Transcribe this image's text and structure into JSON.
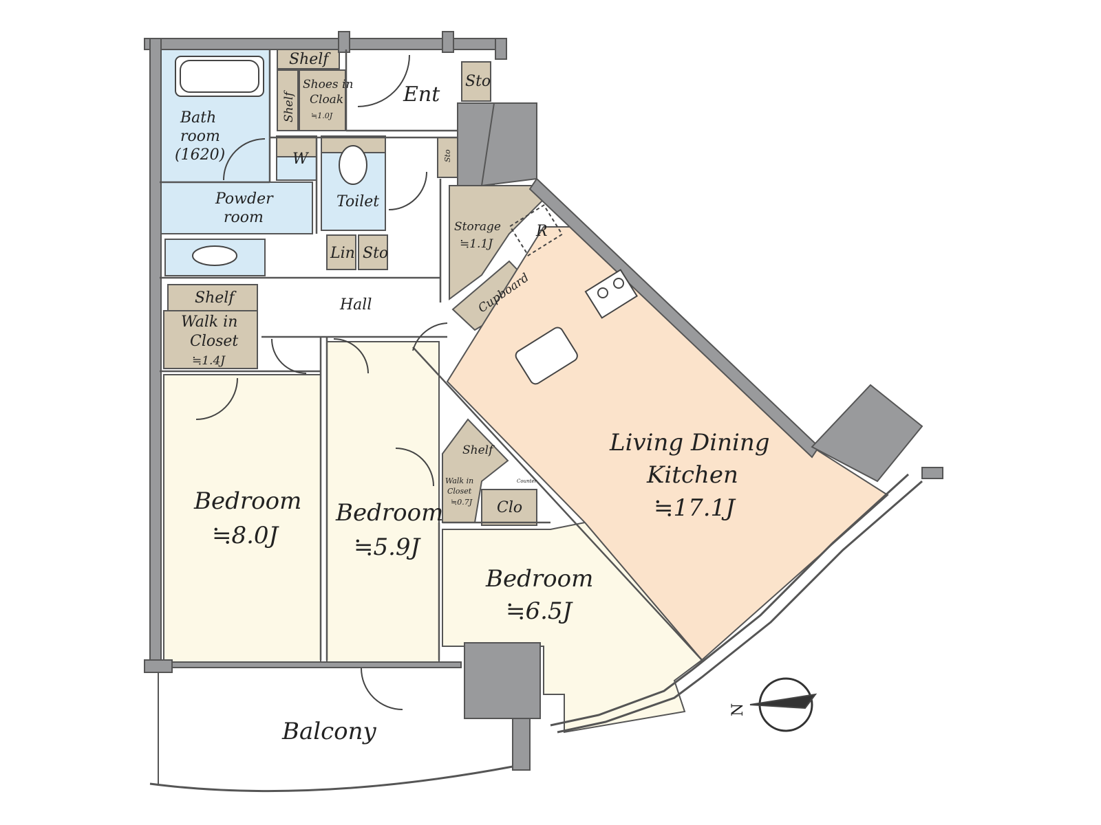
{
  "colors": {
    "wall": "#999a9c",
    "wall_edge": "#555",
    "wet": "#d6eaf6",
    "storage": "#d4c9b3",
    "bedroom": "#fdf9e7",
    "ldk": "#fbe3cb",
    "floor": "#ffffff"
  },
  "rooms": {
    "bath": {
      "line1": "Bath",
      "line2": "room",
      "line3": "(1620)"
    },
    "shelf_top": "Shelf",
    "shelf_side": "Shelf",
    "shoes": {
      "line1": "Shoes in",
      "line2": "Cloak",
      "area": "≒1.0J"
    },
    "ent": "Ent",
    "sto_ent": "Sto",
    "sto_small": "Sto",
    "w": "W",
    "toilet": "Toilet",
    "powder": {
      "line1": "Powder",
      "line2": "room"
    },
    "lin": "Lin",
    "sto_hall": "Sto",
    "storage": {
      "line1": "Storage",
      "area": "≒1.1J"
    },
    "r": "R",
    "cupboard": "Cupboard",
    "hall": "Hall",
    "wic1": {
      "shelf": "Shelf",
      "line1": "Walk in",
      "line2": "Closet",
      "area": "≒1.4J"
    },
    "ldk": {
      "line1": "Living Dining",
      "line2": "Kitchen",
      "area": "≒17.1J"
    },
    "bed1": {
      "name": "Bedroom",
      "area": "≒8.0J"
    },
    "bed2": {
      "name": "Bedroom",
      "area": "≒5.9J"
    },
    "wic2": {
      "shelf": "Shelf",
      "line1": "Walk in",
      "line2": "Closet",
      "area": "≒0.7J"
    },
    "counter": "Counter",
    "clo": "Clo",
    "bed3": {
      "name": "Bedroom",
      "area": "≒6.5J"
    },
    "balcony": "Balcony",
    "compass_n": "N"
  }
}
